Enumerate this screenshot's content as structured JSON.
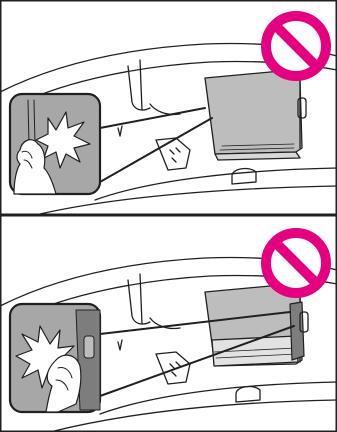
{
  "figure": {
    "panels": [
      {
        "id": "top",
        "scene": "car-interior-sunroof",
        "prohibited": true,
        "inset_scene": "hand-pinched-by-closing-panel"
      },
      {
        "id": "bottom",
        "scene": "car-interior-sunroof-shade",
        "prohibited": true,
        "inset_scene": "hand-pinched-at-side-of-shade"
      }
    ],
    "colors": {
      "prohibition_sign": "#e4007f",
      "line_art": "#231f20",
      "glass_fill": "#bdbdbd",
      "inset_fill": "#a7a7a7",
      "background": "#ffffff"
    },
    "icons": [
      "prohibition-sign-icon",
      "warning-burst-icon",
      "hand-icon"
    ]
  }
}
